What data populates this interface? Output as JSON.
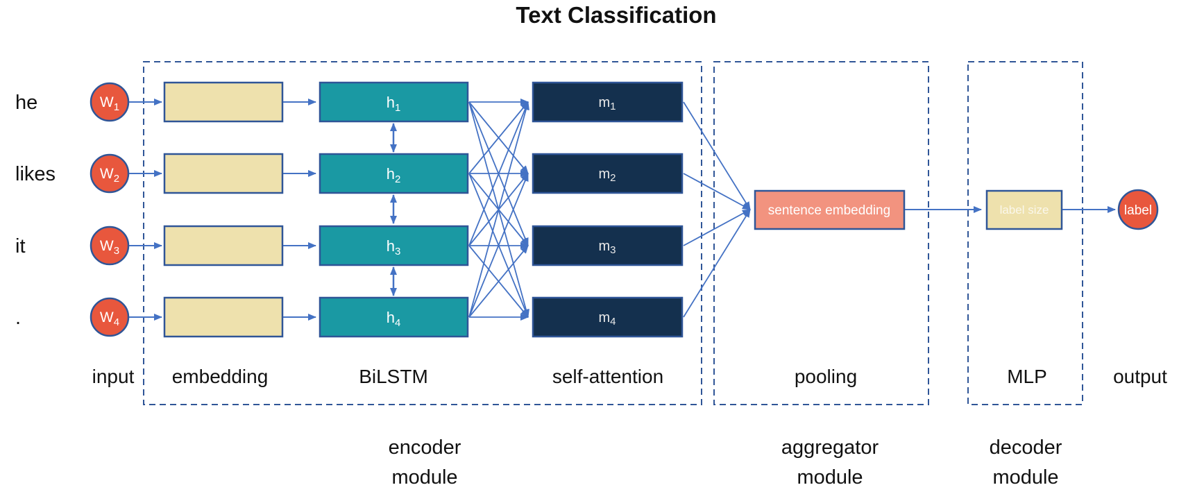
{
  "title": "Text Classification",
  "rows": [
    {
      "word": "he",
      "input_node": {
        "base": "W",
        "sub": "1"
      },
      "bilstm": {
        "base": "h",
        "sub": "1"
      },
      "attention": {
        "base": "m",
        "sub": "1"
      }
    },
    {
      "word": "likes",
      "input_node": {
        "base": "W",
        "sub": "2"
      },
      "bilstm": {
        "base": "h",
        "sub": "2"
      },
      "attention": {
        "base": "m",
        "sub": "2"
      }
    },
    {
      "word": "it",
      "input_node": {
        "base": "W",
        "sub": "3"
      },
      "bilstm": {
        "base": "h",
        "sub": "3"
      },
      "attention": {
        "base": "m",
        "sub": "3"
      }
    },
    {
      "word": ".",
      "input_node": {
        "base": "W",
        "sub": "4"
      },
      "bilstm": {
        "base": "h",
        "sub": "4"
      },
      "attention": {
        "base": "m",
        "sub": "4"
      }
    }
  ],
  "aggregator": {
    "box_label": "sentence embedding"
  },
  "decoder": {
    "box_label": "label size"
  },
  "output_node": {
    "label": "label"
  },
  "column_labels": [
    "input",
    "embedding",
    "BiLSTM",
    "self-attention",
    "pooling",
    "MLP",
    "output"
  ],
  "module_labels": [
    {
      "line1": "encoder",
      "line2": "module"
    },
    {
      "line1": "aggregator",
      "line2": "module"
    },
    {
      "line1": "decoder",
      "line2": "module"
    }
  ],
  "colors": {
    "embedding_box": "#EEE1AD",
    "bilstm_box": "#1A99A3",
    "attention_box": "#14304E",
    "sentence_embedding_box": "#F2937F",
    "label_size_box": "#EEE1AD",
    "input_node": "#E8573D",
    "output_node": "#E8573D",
    "arrow": "#4472C4",
    "box_border": "#2F5597",
    "module_outline": "#2F5597"
  }
}
